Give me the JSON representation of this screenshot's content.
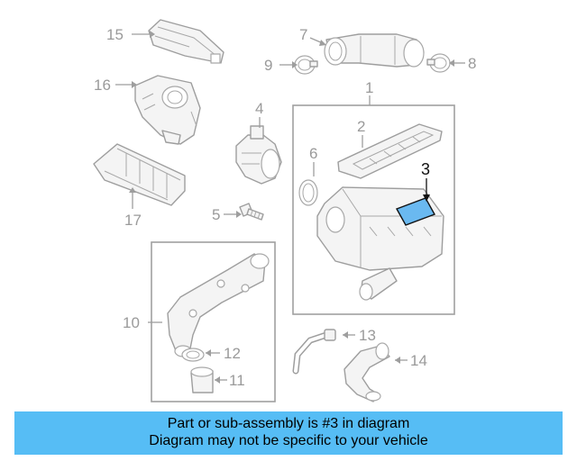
{
  "callouts": {
    "c1": "1",
    "c2": "2",
    "c3": "3",
    "c4": "4",
    "c5": "5",
    "c6": "6",
    "c7": "7",
    "c8": "8",
    "c9": "9",
    "c10": "10",
    "c11": "11",
    "c12": "12",
    "c13": "13",
    "c14": "14",
    "c15": "15",
    "c16": "16",
    "c17": "17"
  },
  "highlighted_part": "3",
  "colors": {
    "banner": "#56bdf5",
    "highlight": "#6ab9f0",
    "line_art": "#9e9e9e"
  },
  "banner": {
    "line1": "Part or sub-assembly is #3 in diagram",
    "line2": "Diagram may not be specific to your vehicle"
  }
}
